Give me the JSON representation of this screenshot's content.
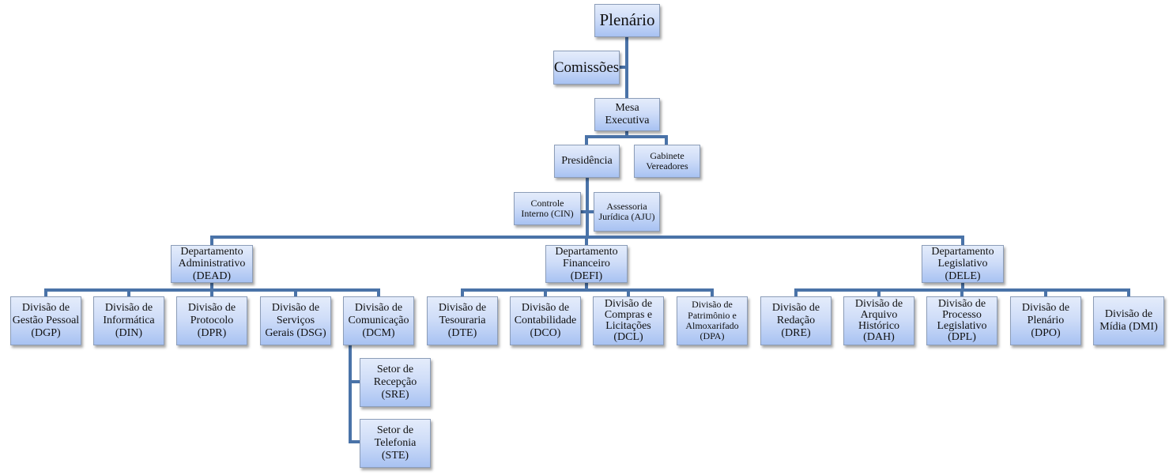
{
  "diagram": {
    "type": "org-chart",
    "colors": {
      "node_fill_top": "#e4ecfb",
      "node_fill_bottom": "#a8c2f2",
      "node_border": "#8c9db8",
      "connector": "#4a73a8"
    },
    "top": {
      "plenario": "Plenário",
      "comissoes": "Comissões",
      "mesa_executiva": "Mesa\nExecutiva",
      "presidencia": "Presidência",
      "gabinete_vereadores": "Gabinete\nVereadores",
      "controle_interno": "Controle\nInterno (CIN)",
      "assessoria_juridica": "Assessoria\nJurídica (AJU)"
    },
    "departments": [
      {
        "label": "Departamento\nAdministrativo\n(DEAD)",
        "divisions": [
          {
            "label": "Divisão de\nGestão Pessoal\n(DGP)"
          },
          {
            "label": "Divisão de\nInformática\n(DIN)"
          },
          {
            "label": "Divisão de\nProtocolo\n(DPR)"
          },
          {
            "label": "Divisão de\nServiços\nGerais (DSG)"
          },
          {
            "label": "Divisão de\nComunicação\n(DCM)",
            "sectors": [
              "Setor de\nRecepção\n(SRE)",
              "Setor de\nTelefonia\n(STE)"
            ]
          }
        ]
      },
      {
        "label": "Departamento\nFinanceiro\n(DEFI)",
        "divisions": [
          {
            "label": "Divisão de\nTesouraria\n(DTE)"
          },
          {
            "label": "Divisão de\nContabilidade\n(DCO)"
          },
          {
            "label": "Divisão de\nCompras e\nLicitações\n(DCL)"
          },
          {
            "label": "Divisão de\nPatrimônio e\nAlmoxarifado\n(DPA)"
          }
        ]
      },
      {
        "label": "Departamento\nLegislativo\n(DELE)",
        "divisions": [
          {
            "label": "Divisão de\nRedação\n(DRE)"
          },
          {
            "label": "Divisão de\nArquivo\nHistórico\n(DAH)"
          },
          {
            "label": "Divisão de\nProcesso\nLegislativo\n(DPL)"
          },
          {
            "label": "Divisão de\nPlenário\n(DPO)"
          },
          {
            "label": "Divisão de\nMídia (DMI)"
          }
        ]
      }
    ]
  }
}
